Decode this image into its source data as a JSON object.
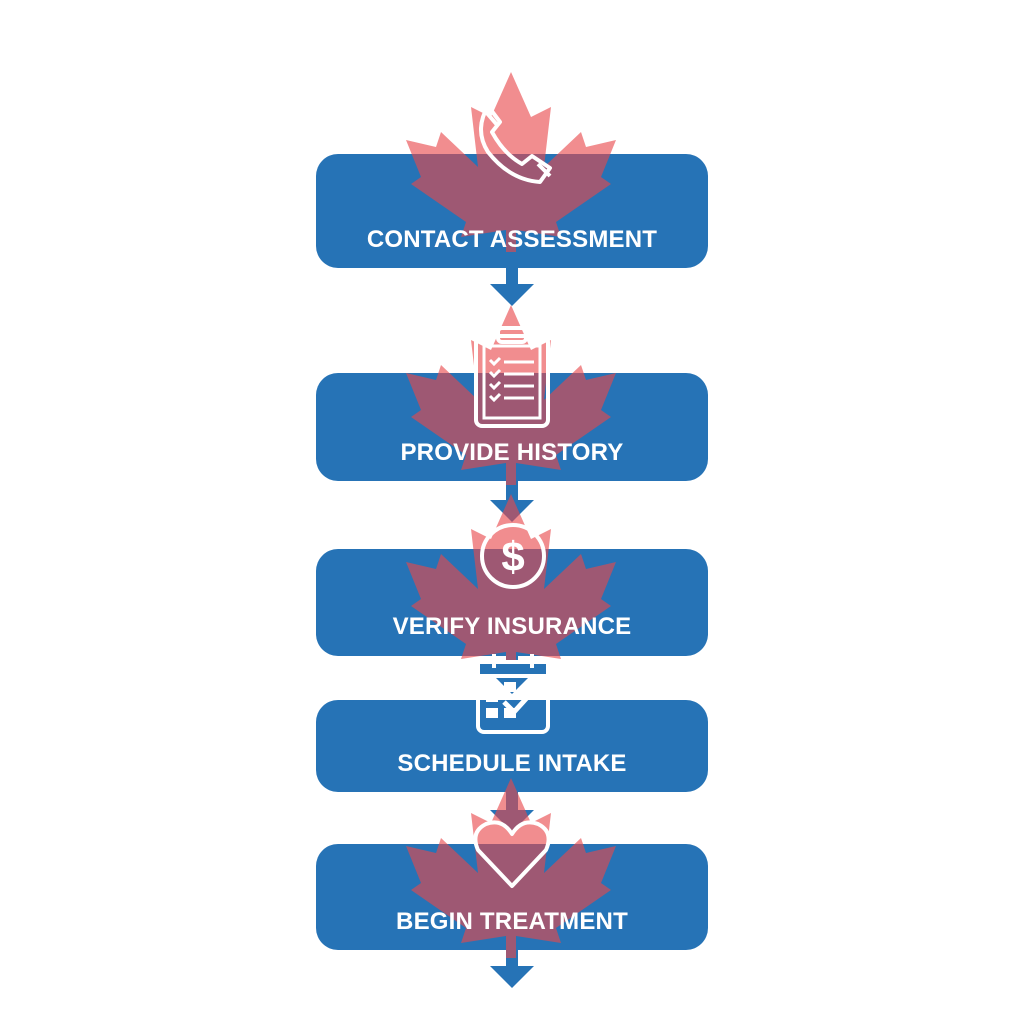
{
  "diagram": {
    "type": "flowchart",
    "direction": "top-to-bottom",
    "colors": {
      "box": "#2673b6",
      "maple_leaf": "#e8474b",
      "overlap": "#6e4a73",
      "text": "#ffffff",
      "background": "#ffffff"
    },
    "steps": [
      {
        "label": "CONTACT ASSESSMENT",
        "icon": "phone-icon"
      },
      {
        "label": "PROVIDE HISTORY",
        "icon": "clipboard-checklist-icon"
      },
      {
        "label": "VERIFY INSURANCE",
        "icon": "dollar-coin-icon"
      },
      {
        "label": "SCHEDULE INTAKE",
        "icon": "calendar-check-icon"
      },
      {
        "label": "BEGIN TREATMENT",
        "icon": "heart-icon"
      }
    ]
  }
}
